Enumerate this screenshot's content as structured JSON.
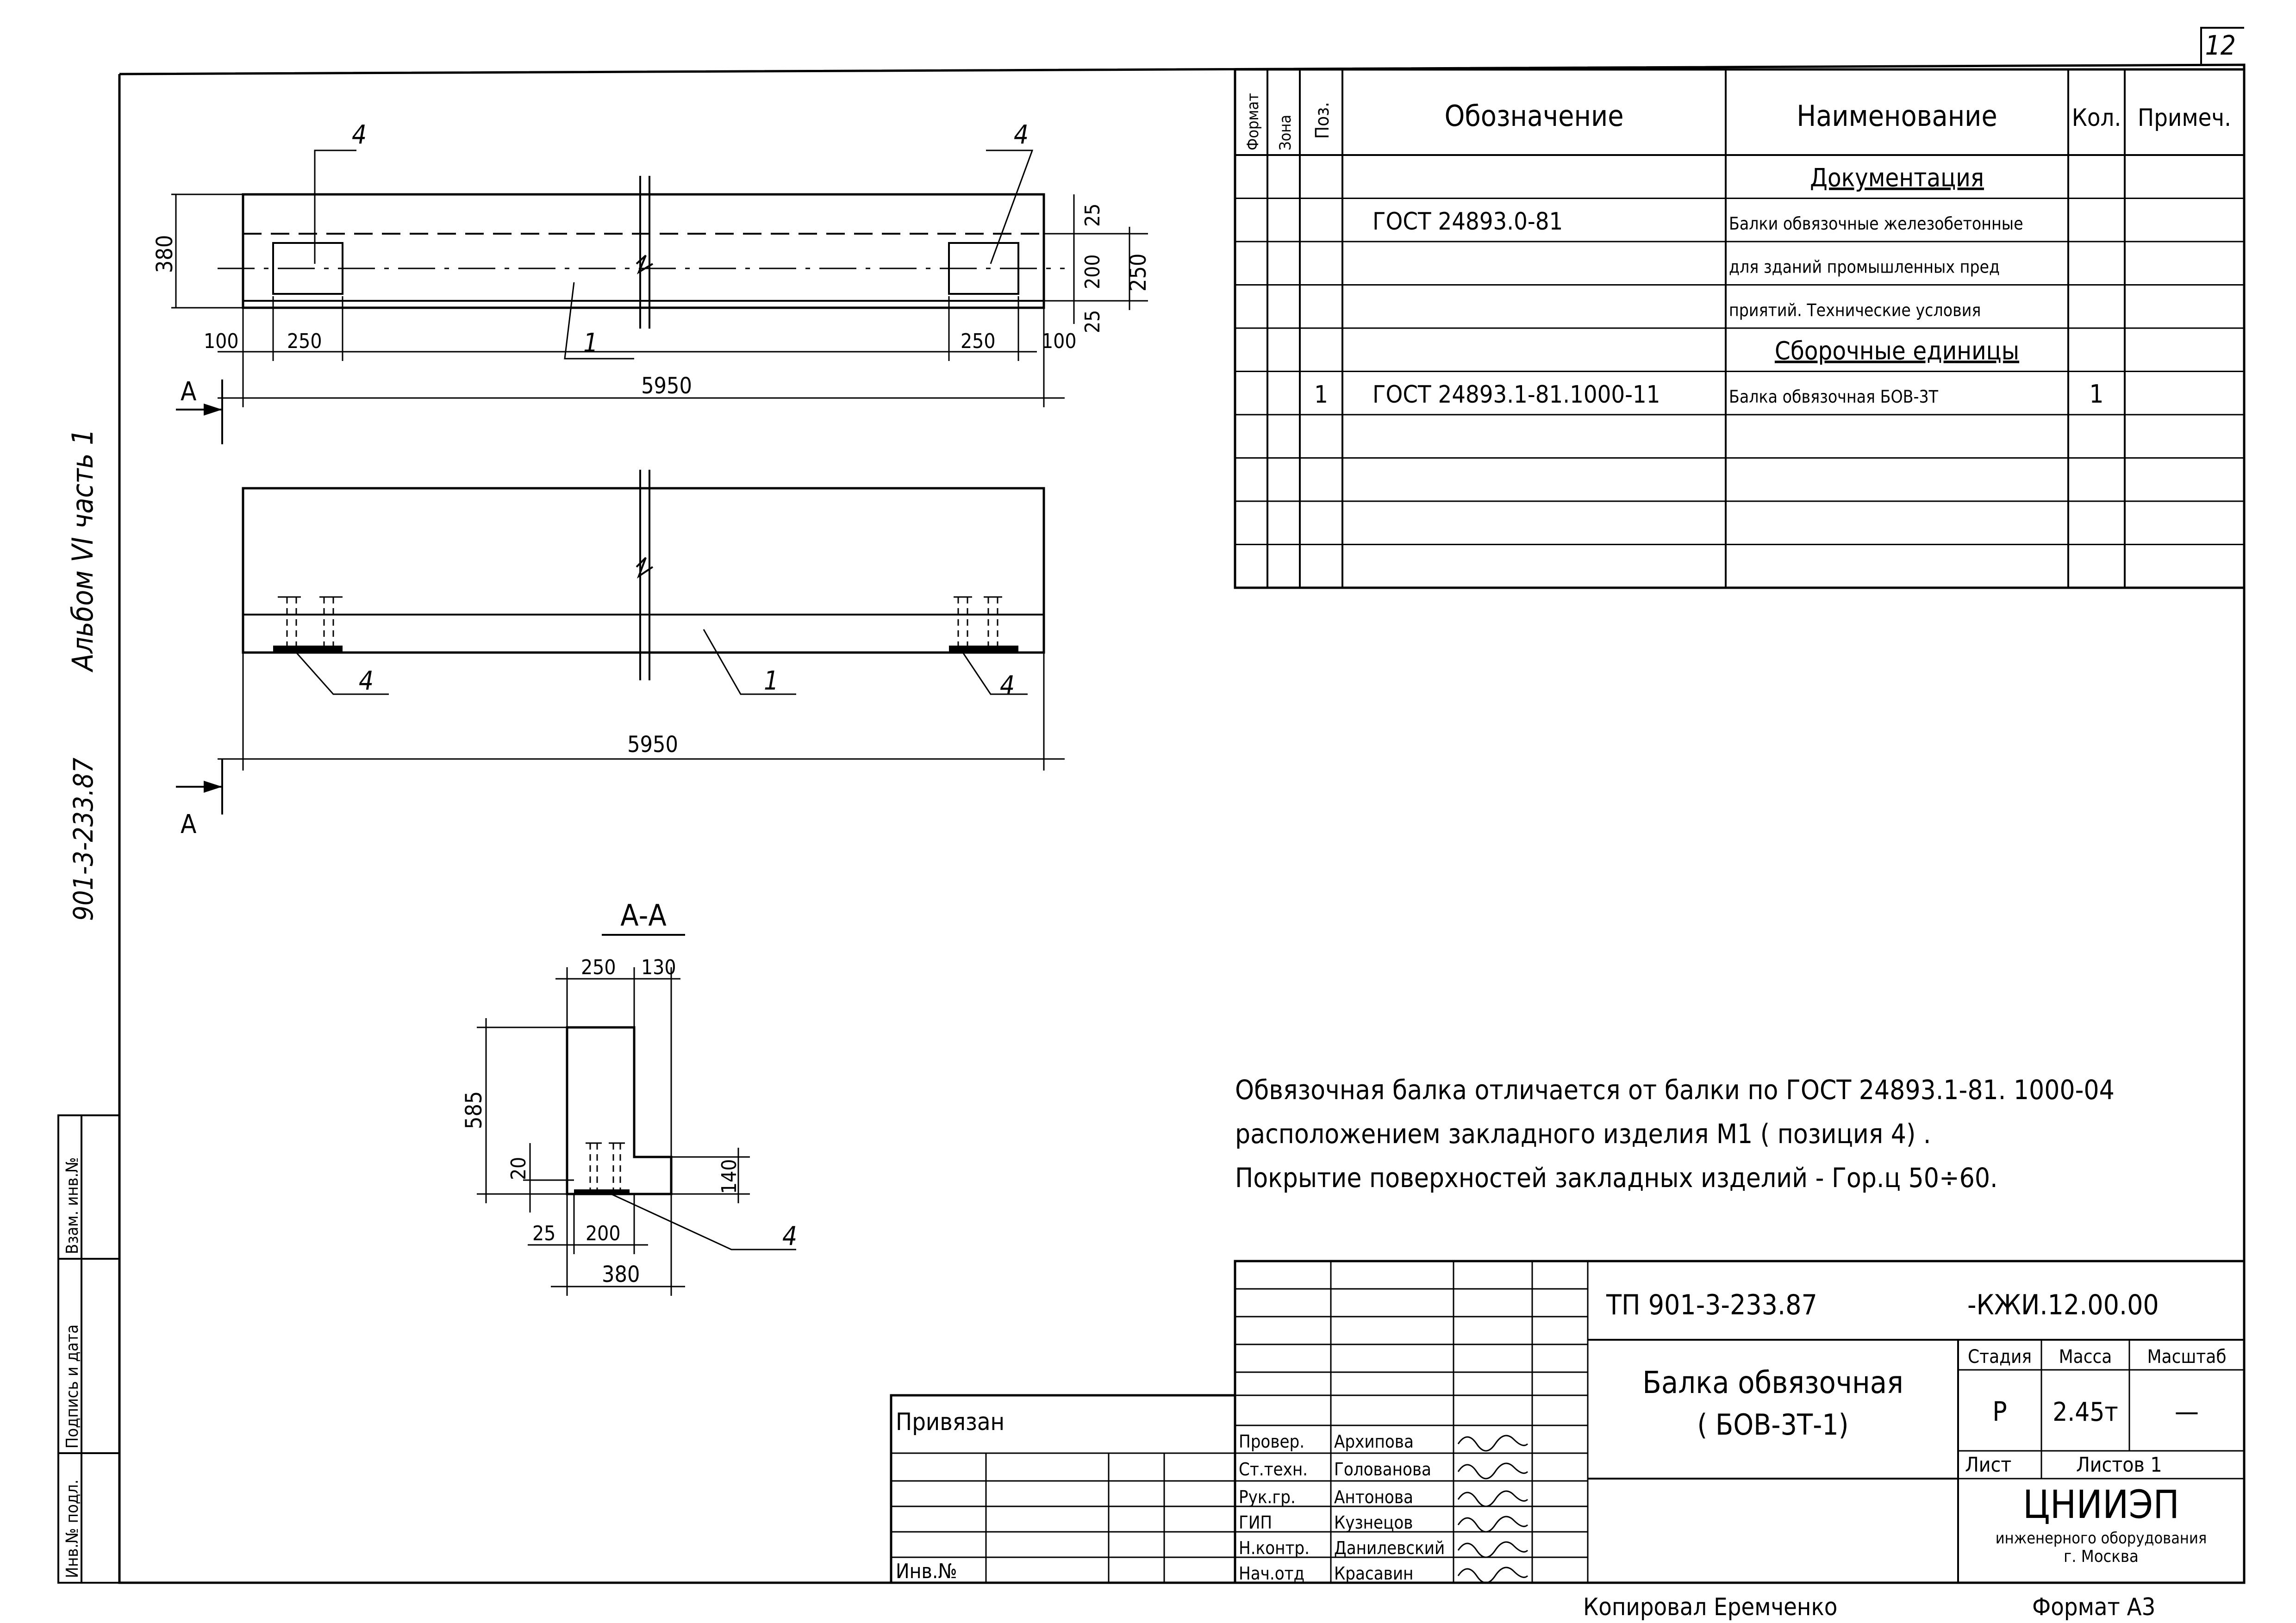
{
  "page_number": "12",
  "side_text": {
    "album": "Альбом VI  часть 1",
    "project_code": "901-3-233.87"
  },
  "left_stamp": [
    "Инв.№ подл.",
    "Подпись и дата",
    "Взам. инв.№"
  ],
  "spec_table": {
    "headers": [
      "Формат",
      "Зона",
      "Поз.",
      "Обозначение",
      "Наименование",
      "Кол.",
      "Примеч."
    ],
    "rows": [
      {
        "pos": "",
        "designation": "",
        "name": "Документация",
        "qty": "",
        "kind": "section"
      },
      {
        "pos": "",
        "designation": "ГОСТ 24893.0-81",
        "name": "Балки обвязочные железобетонные",
        "qty": "",
        "kind": "item"
      },
      {
        "pos": "",
        "designation": "",
        "name": "для зданий промышленных пред",
        "qty": "",
        "kind": "item"
      },
      {
        "pos": "",
        "designation": "",
        "name": "приятий. Технические условия",
        "qty": "",
        "kind": "item"
      },
      {
        "pos": "",
        "designation": "",
        "name": "Сборочные единицы",
        "qty": "",
        "kind": "section"
      },
      {
        "pos": "1",
        "designation": "ГОСТ 24893.1-81.1000-11",
        "name": "Балка обвязочная БОВ-3Т",
        "qty": "1",
        "kind": "item"
      },
      {
        "pos": "",
        "designation": "",
        "name": "",
        "qty": "",
        "kind": "item"
      },
      {
        "pos": "",
        "designation": "",
        "name": "",
        "qty": "",
        "kind": "item"
      },
      {
        "pos": "",
        "designation": "",
        "name": "",
        "qty": "",
        "kind": "item"
      },
      {
        "pos": "",
        "designation": "",
        "name": "",
        "qty": "",
        "kind": "item"
      }
    ]
  },
  "drawing": {
    "dims": {
      "d380": "380",
      "d25a": "25",
      "d200": "200",
      "d25b": "25",
      "d250v": "250",
      "d100": "100",
      "d250": "250",
      "d5950": "5950",
      "s250": "250",
      "s130": "130",
      "s585": "585",
      "s20": "20",
      "s140": "140",
      "s25": "25",
      "s200": "200",
      "s380": "380"
    },
    "position_labels": {
      "p4": "4",
      "p1": "1"
    },
    "section_mark": "А",
    "section_title": "А-А"
  },
  "notes": [
    "Обвязочная балка отличается от балки по ГОСТ 24893.1-81. 1000-04",
    "расположением закладного изделия М1 ( позиция 4) .",
    "Покрытие поверхностей закладных изделий - Гор.ц 50÷60."
  ],
  "title_block": {
    "privyazan": "Привязан",
    "inv_no": "Инв.№",
    "doc_code": "ТП 901-3-233.87",
    "doc_suffix": "-КЖИ.12.00.00",
    "title_line1": "Балка обвязочная",
    "title_line2": "( БОВ-3Т-1)",
    "stage_label": "Стадия",
    "mass_label": "Масса",
    "scale_label": "Масштаб",
    "stage": "Р",
    "mass": "2.45т",
    "scale": "—",
    "sheet_label": "Лист",
    "sheets_label": "Листов 1",
    "org_name": "ЦНИИЭП",
    "org_sub": "инженерного оборудования",
    "org_city": "г. Москва",
    "signatures": [
      {
        "role": "Провер.",
        "name": "Архипова"
      },
      {
        "role": "Ст.техн.",
        "name": "Голованова"
      },
      {
        "role": "Рук.гр.",
        "name": "Антонова"
      },
      {
        "role": "ГИП",
        "name": "Кузнецов"
      },
      {
        "role": "Н.контр.",
        "name": "Данилевский"
      },
      {
        "role": "Нач.отд",
        "name": "Красавин"
      }
    ]
  },
  "bottom": {
    "copied": "Копировал   Еремченко",
    "format": "Формат А3"
  }
}
